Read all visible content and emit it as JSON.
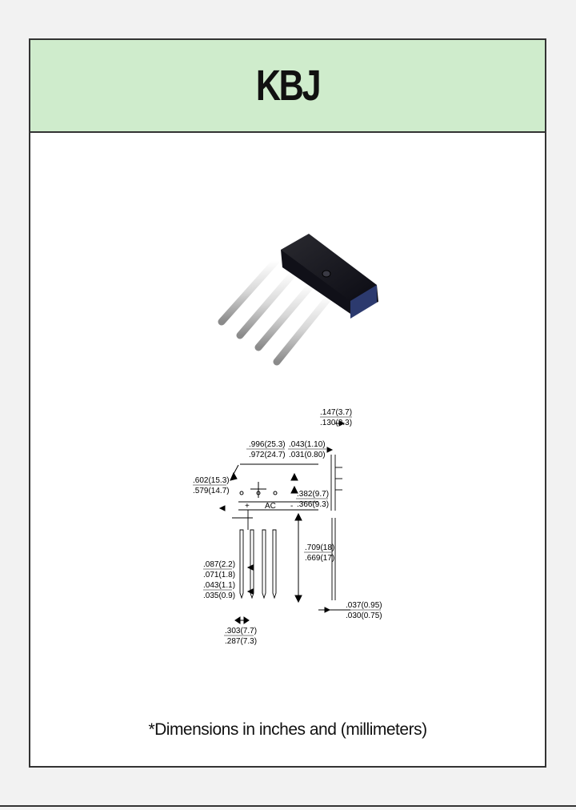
{
  "header": {
    "title": "KBJ"
  },
  "dimensions": {
    "lead_thickness_max": ".147(3.7)",
    "lead_thickness_min": ".130(3.3)",
    "body_width_max": ".996(25.3)",
    "body_width_min": ".972(24.7)",
    "tab_thickness_max": ".043(1.10)",
    "tab_thickness_min": ".031(0.80)",
    "body_height_max": ".602(15.3)",
    "body_height_min": ".579(14.7)",
    "hole_height_max": ".382(9.7)",
    "hole_height_min": ".366(9.3)",
    "lead_length_max": ".709(18)",
    "lead_length_min": ".669(17)",
    "lead_width_a_max": ".087(2.2)",
    "lead_width_a_min": ".071(1.8)",
    "lead_width_b_max": ".043(1.1)",
    "lead_width_b_min": ".035(0.9)",
    "side_lead_max": ".037(0.95)",
    "side_lead_min": ".030(0.75)",
    "pitch_max": ".303(7.7)",
    "pitch_min": ".287(7.3)",
    "pin_plus": "+",
    "pin_ac": "AC",
    "pin_minus": "-"
  },
  "footer": {
    "note": "*Dimensions in inches and (millimeters)"
  },
  "colors": {
    "banner": "#cfeccc",
    "component_body": "#1c1c22",
    "lead": "#e6e6e6"
  }
}
